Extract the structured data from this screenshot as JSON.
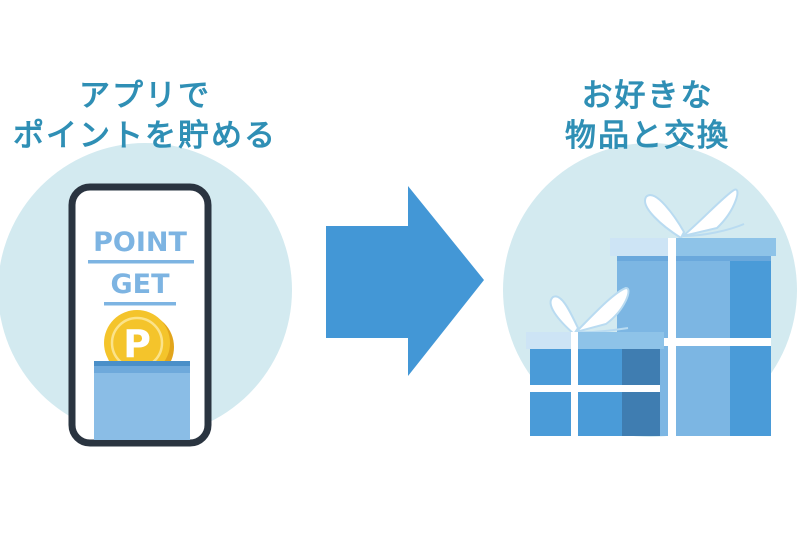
{
  "left_step": {
    "title_line1": "アプリで",
    "title_line2": "ポイントを貯める",
    "phone_text_line1": "POINT",
    "phone_text_line2": "GET",
    "coin_symbol": "P"
  },
  "right_step": {
    "title_line1": "お好きな",
    "title_line2": "物品と交換"
  },
  "colors": {
    "heading": "#2f8fb5",
    "circle_bg": "#d3eaf0",
    "arrow": "#4397d6",
    "phone_frame": "#2a3440",
    "phone_text": "#7db4e2",
    "coin": "#f4c42b",
    "gift_light": "#7cb6e3",
    "gift_mid": "#4a9bd8",
    "gift_dark": "#3f7db1",
    "ribbon": "#ffffff"
  },
  "icons": {
    "arrow": "arrow-right-icon",
    "phone": "smartphone-icon",
    "coin": "coin-icon",
    "gifts": "gift-box-icon"
  }
}
